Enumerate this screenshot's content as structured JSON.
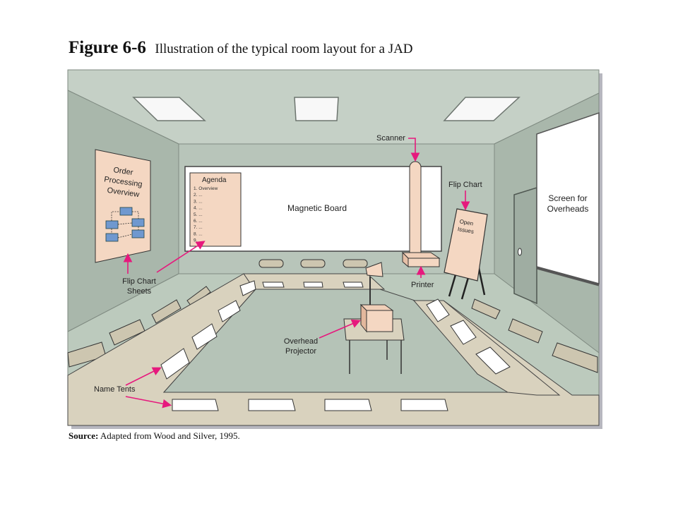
{
  "figure": {
    "number": "Figure 6-6",
    "title": "Illustration of the typical room layout for a JAD",
    "source_label": "Source:",
    "source_text": " Adapted from Wood and Silver, 1995."
  },
  "colors": {
    "wall": "#b9c6bb",
    "side_wall": "#a8b6aa",
    "floor": "#bccabd",
    "table": "#d9d2be",
    "accent_arrow": "#e6197d",
    "equipment": "#f4d7c2",
    "chart_box": "#6f98cf"
  },
  "labels": {
    "flip_chart_sheet_title": [
      "Order",
      "Processing",
      "Overview"
    ],
    "agenda_title": "Agenda",
    "agenda_items": [
      "1. Overview",
      "2. ...",
      "3. ...",
      "4. ...",
      "5. ...",
      "6. ...",
      "7. ...",
      "8. ...",
      "9."
    ],
    "magnetic_board": "Magnetic Board",
    "scanner": "Scanner",
    "flip_chart": "Flip Chart",
    "open_issues": [
      "Open",
      "Issues"
    ],
    "screen": [
      "Screen for",
      "Overheads"
    ],
    "printer": "Printer",
    "flip_chart_sheets": [
      "Flip Chart",
      "Sheets"
    ],
    "overhead_projector": [
      "Overhead",
      "Projector"
    ],
    "name_tents": "Name Tents"
  }
}
